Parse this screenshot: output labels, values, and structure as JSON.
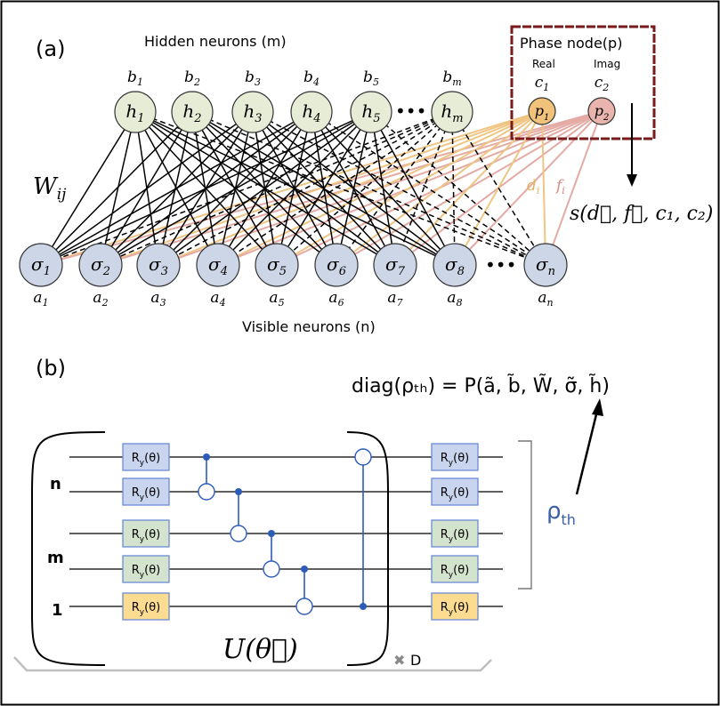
{
  "panel_a": {
    "label": "(a)",
    "hidden_title": "Hidden neurons (m)",
    "visible_title": "Visible neurons (n)",
    "weight_label": "W",
    "weight_sub": "ij",
    "ellipsis": "•••",
    "hidden_nodes": [
      {
        "sym": "h",
        "sub": "1",
        "bias": "b",
        "bias_sub": "1"
      },
      {
        "sym": "h",
        "sub": "2",
        "bias": "b",
        "bias_sub": "2"
      },
      {
        "sym": "h",
        "sub": "3",
        "bias": "b",
        "bias_sub": "3"
      },
      {
        "sym": "h",
        "sub": "4",
        "bias": "b",
        "bias_sub": "4"
      },
      {
        "sym": "h",
        "sub": "5",
        "bias": "b",
        "bias_sub": "5"
      },
      {
        "sym": "h",
        "sub": "m",
        "bias": "b",
        "bias_sub": "m"
      }
    ],
    "visible_nodes": [
      {
        "sym": "σ",
        "sub": "1",
        "bias": "a",
        "bias_sub": "1"
      },
      {
        "sym": "σ",
        "sub": "2",
        "bias": "a",
        "bias_sub": "2"
      },
      {
        "sym": "σ",
        "sub": "3",
        "bias": "a",
        "bias_sub": "3"
      },
      {
        "sym": "σ",
        "sub": "4",
        "bias": "a",
        "bias_sub": "4"
      },
      {
        "sym": "σ",
        "sub": "5",
        "bias": "a",
        "bias_sub": "5"
      },
      {
        "sym": "σ",
        "sub": "6",
        "bias": "a",
        "bias_sub": "6"
      },
      {
        "sym": "σ",
        "sub": "7",
        "bias": "a",
        "bias_sub": "7"
      },
      {
        "sym": "σ",
        "sub": "8",
        "bias": "a",
        "bias_sub": "8"
      },
      {
        "sym": "σ",
        "sub": "n",
        "bias": "a",
        "bias_sub": "n"
      }
    ],
    "phase_box": {
      "title": "Phase node(p)",
      "real_label": "Real",
      "imag_label": "Imag",
      "p1": {
        "sym": "p",
        "sub": "1",
        "bias": "c",
        "bias_sub": "1"
      },
      "p2": {
        "sym": "p",
        "sub": "2",
        "bias": "c",
        "bias_sub": "2"
      },
      "d_label": "d",
      "d_sub": "i",
      "f_label": "f",
      "f_sub": "i",
      "output_label": "s(d⃗, f⃗, c₁, c₂)"
    },
    "colors": {
      "hidden_fill": "#e6ecd6",
      "visible_fill": "#cdd6e6",
      "p1_fill": "#f0c27a",
      "p2_fill": "#e9b3ae",
      "d_line": "#efc584",
      "f_line": "#e4aaa4",
      "box_border": "#7a1a1a"
    }
  },
  "panel_b": {
    "label": "(b)",
    "diag_formula": "diag(ρₜₕ) = P(ã, b̃, W̃, σ̃, h̃)",
    "rho_label": "ρ",
    "rho_sub": "th",
    "unitary_label": "U(θ⃗)",
    "repeat_label": "D",
    "register_labels": [
      "n",
      "m",
      "1"
    ],
    "gate_label": "R",
    "gate_sub": "y",
    "gate_arg": "(θ)",
    "colors": {
      "blue_gate": "#c9d5ef",
      "green_gate": "#d4e3cd",
      "yellow_gate": "#fbdc90",
      "gate_border": "#6b8bd6",
      "control": "#2d5bb8",
      "rho_color": "#3a5fa8"
    }
  }
}
